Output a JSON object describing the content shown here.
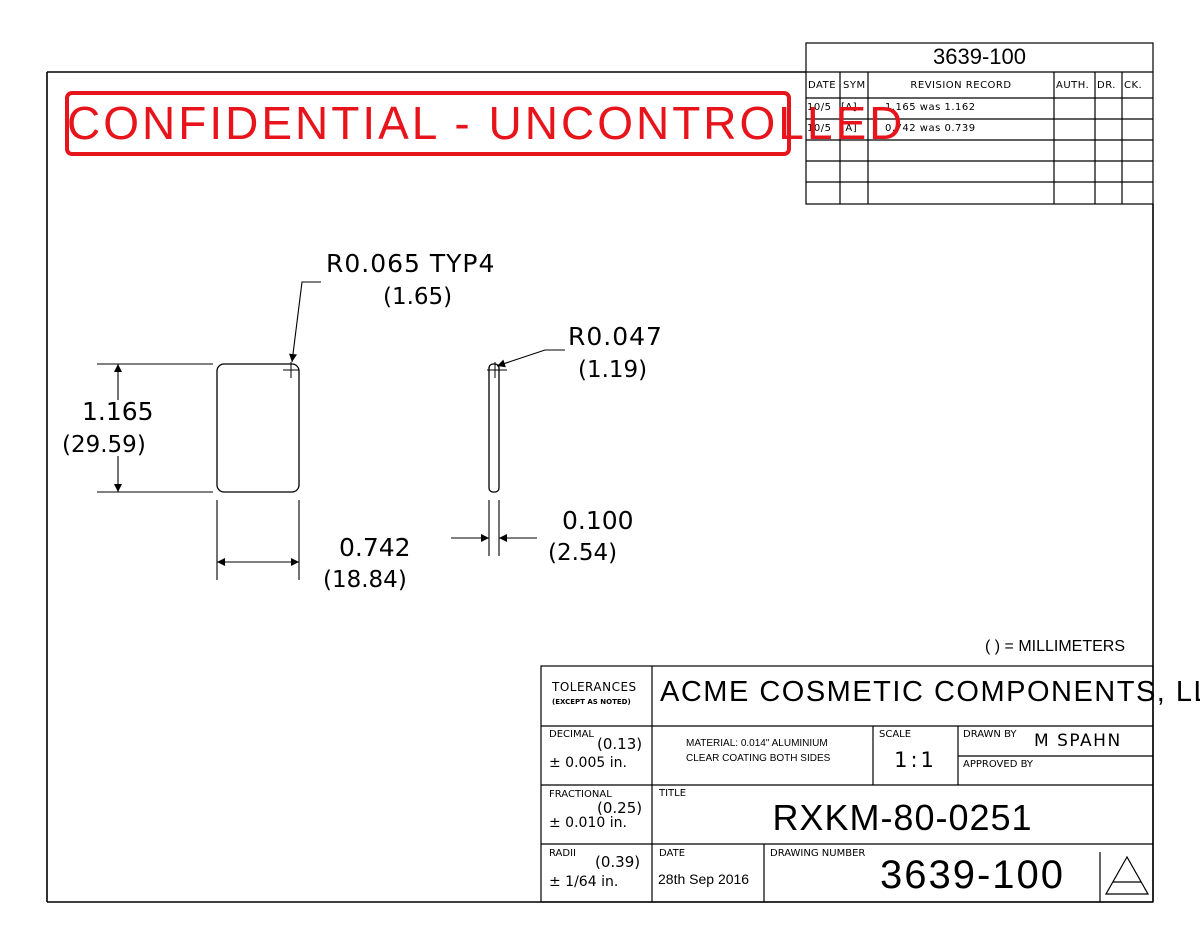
{
  "drawing_number_top": "3639-100",
  "revision_table": {
    "headers": {
      "date": "DATE",
      "sym": "SYM",
      "record": "REVISION RECORD",
      "auth": "AUTH.",
      "dr": "DR.",
      "ck": "CK."
    },
    "rows": [
      {
        "date": "10/5",
        "sym": "[A]",
        "record": "1.165 was 1.162"
      },
      {
        "date": "10/5",
        "sym": "[A]",
        "record": "0.742 was 0.739"
      }
    ]
  },
  "stamp": {
    "text": "CONFIDENTIAL - UNCONTROLLED",
    "color": "#e8141b"
  },
  "dimensions": {
    "corner_radius": {
      "inch": "R0.065 TYP4",
      "mm": "(1.65)"
    },
    "edge_radius": {
      "inch": "R0.047",
      "mm": "(1.19)"
    },
    "height": {
      "inch": "1.165",
      "mm": "(29.59)"
    },
    "width": {
      "inch": "0.742",
      "mm": "(18.84)"
    },
    "thickness": {
      "inch": "0.100",
      "mm": "(2.54)"
    }
  },
  "units_note": "( ) = MILLIMETERS",
  "title_block": {
    "tolerances_label": "TOLERANCES",
    "tolerances_sub": "(EXCEPT AS NOTED)",
    "company": "ACME COSMETIC COMPONENTS, LLC",
    "decimal_label": "DECIMAL",
    "decimal_mm": "(0.13)",
    "decimal_tol": "± 0.005 in.",
    "fractional_label": "FRACTIONAL",
    "fractional_mm": "(0.25)",
    "fractional_tol": "± 0.010 in.",
    "radii_label": "RADII",
    "radii_mm": "(0.39)",
    "radii_tol": "± 1/64 in.",
    "material_line1": "MATERIAL: 0.014\" ALUMINIUM",
    "material_line2": "CLEAR COATING BOTH SIDES",
    "scale_label": "SCALE",
    "scale_value": "1:1",
    "drawn_by_label": "DRAWN BY",
    "drawn_by_value": "M SPAHN",
    "approved_by_label": "APPROVED BY",
    "title_label": "TITLE",
    "title_value": "RXKM-80-0251",
    "date_label": "DATE",
    "date_value": "28th Sep 2016",
    "drawing_number_label": "DRAWING NUMBER",
    "drawing_number_value": "3639-100"
  }
}
